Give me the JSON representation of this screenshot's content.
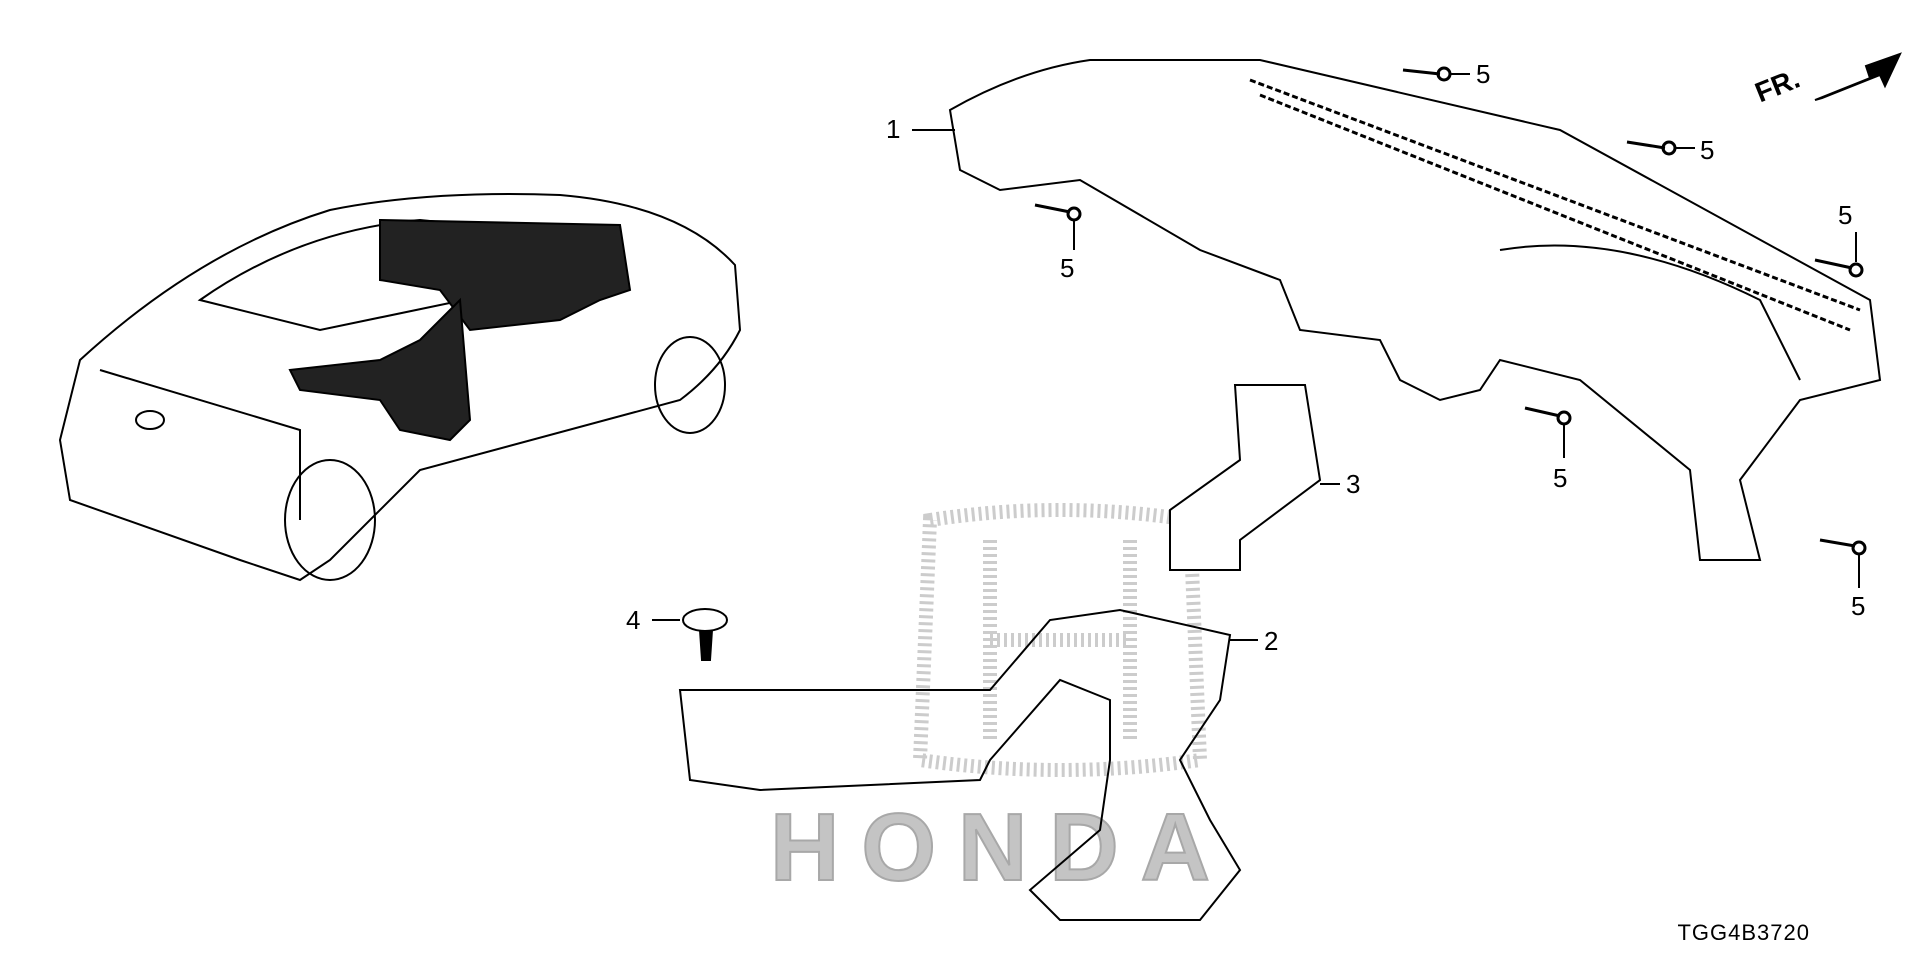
{
  "diagram": {
    "watermark": "HONDA",
    "direction_label": "FR.",
    "diagram_code": "TGG4B3720",
    "callouts": [
      {
        "id": "callout-1",
        "text": "1"
      },
      {
        "id": "callout-2",
        "text": "2"
      },
      {
        "id": "callout-3",
        "text": "3"
      },
      {
        "id": "callout-4",
        "text": "4"
      },
      {
        "id": "callout-5a",
        "text": "5"
      },
      {
        "id": "callout-5b",
        "text": "5"
      },
      {
        "id": "callout-5c",
        "text": "5"
      },
      {
        "id": "callout-5d",
        "text": "5"
      },
      {
        "id": "callout-5e",
        "text": "5"
      },
      {
        "id": "callout-5f",
        "text": "5"
      }
    ]
  }
}
